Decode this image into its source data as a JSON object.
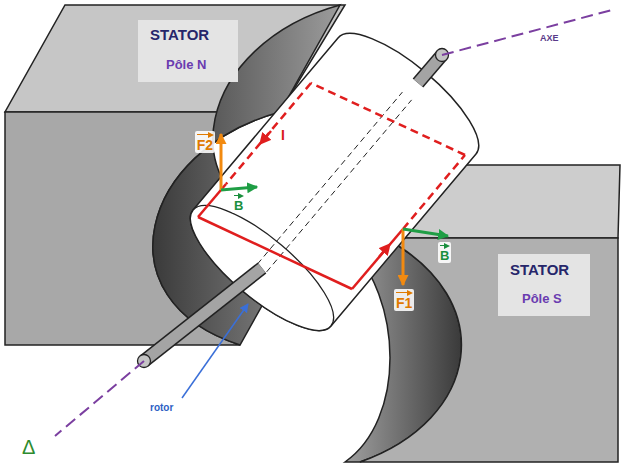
{
  "diagram": {
    "labels": [
      "STATOR",
      "Pôle N",
      "AXE",
      "F2",
      "B",
      "I",
      "B",
      "F1",
      "STATOR",
      "Pôle S",
      "rotor",
      "Δ"
    ]
  }
}
